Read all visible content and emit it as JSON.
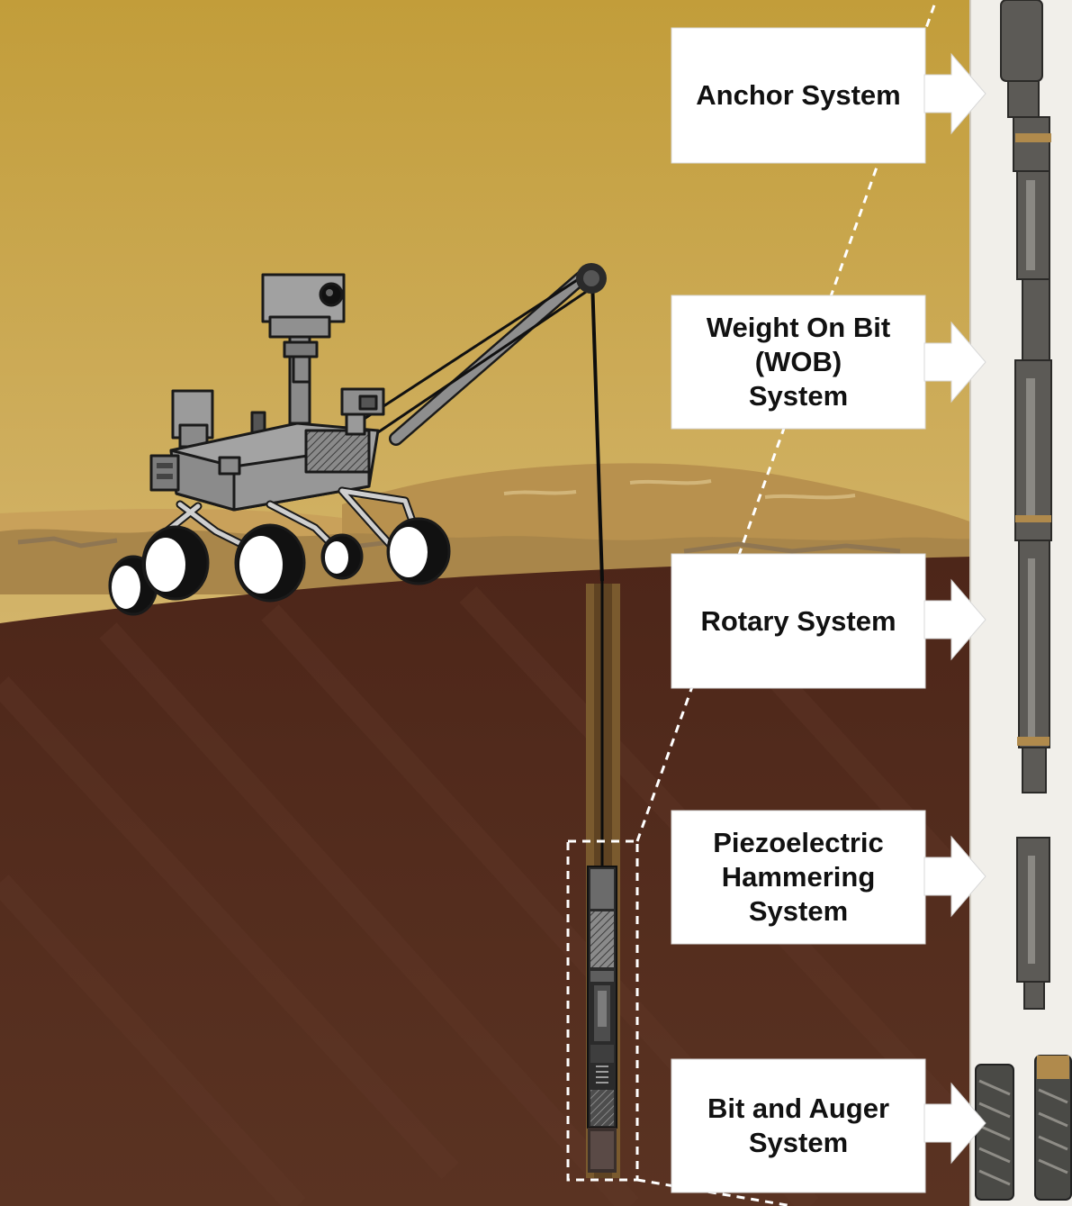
{
  "callouts": [
    {
      "id": "anchor",
      "label": "Anchor System"
    },
    {
      "id": "wob",
      "label": "Weight On Bit\n(WOB)\nSystem"
    },
    {
      "id": "rotary",
      "label": "Rotary System"
    },
    {
      "id": "piezo",
      "label": "Piezoelectric\nHammering\nSystem"
    },
    {
      "id": "bit",
      "label": "Bit and Auger\nSystem"
    }
  ],
  "colors": {
    "sky_top": "#c29d3a",
    "sky_bottom": "#d3b46a",
    "hill": "#b8914e",
    "ground": "#4a2417",
    "callout_box": "#ffffff",
    "callout_text": "#111111",
    "rover_body": "#9a9a9a",
    "tether": "#111111",
    "photo_bg": "#f1efea",
    "drill_metal": "#5c5a56"
  },
  "icons": {
    "rover": "mars-rover-icon",
    "arrow": "right-arrow-icon",
    "drill": "drill-string-icon"
  }
}
